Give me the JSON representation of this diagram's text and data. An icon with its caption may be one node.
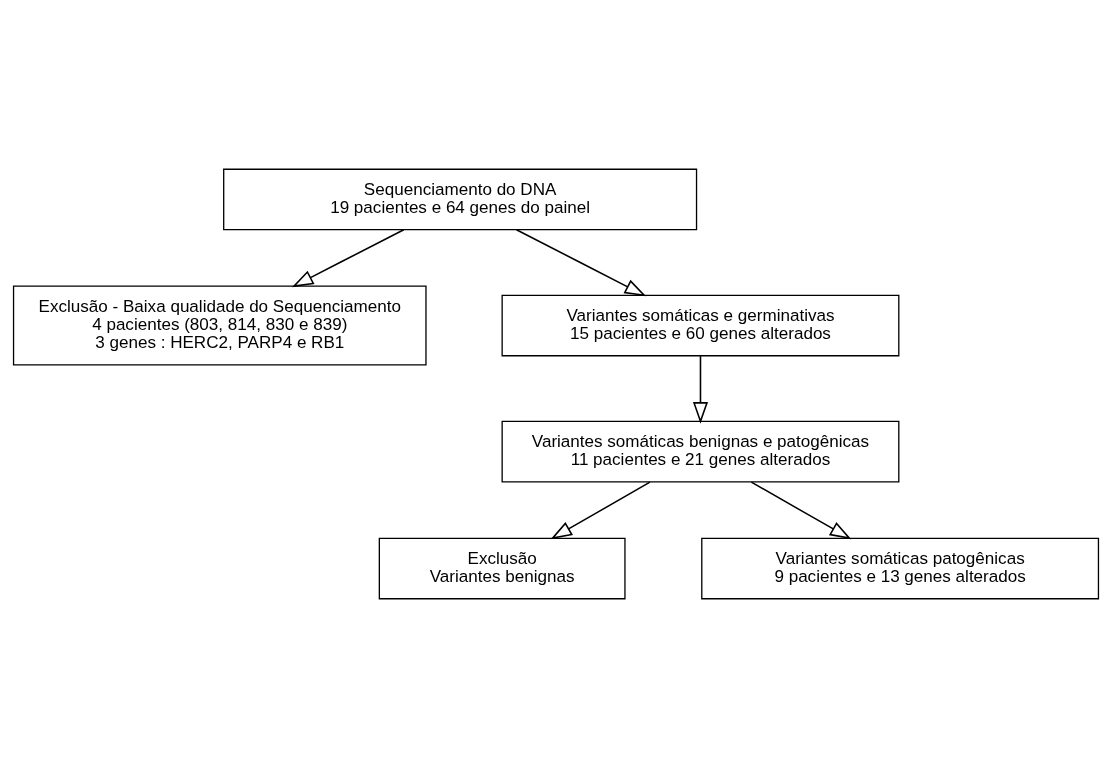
{
  "diagram": {
    "nodes": [
      {
        "text": [
          "Sequenciamento do DNA",
          "19 pacientes e 64 genes do painel"
        ]
      },
      {
        "text": [
          "Exclusão - Baixa qualidade do Sequenciamento",
          "4 pacientes (803, 814, 830 e 839)",
          "3 genes : HERC2, PARP4 e RB1"
        ]
      },
      {
        "text": [
          "Variantes somáticas e germinativas",
          "15 pacientes e 60 genes alterados"
        ]
      },
      {
        "text": [
          "Variantes somáticas benignas e patogênicas",
          "11 pacientes e 21 genes alterados"
        ]
      },
      {
        "text": [
          "Exclusão",
          "Variantes benignas"
        ]
      },
      {
        "text": [
          "Variantes somáticas patogênicas",
          "9 pacientes e 13 genes alterados"
        ]
      }
    ],
    "edges": [
      {
        "from": 0,
        "to": 1,
        "arrow": "to"
      },
      {
        "from": 0,
        "to": 2,
        "arrow": "to"
      },
      {
        "from": 2,
        "to": 3,
        "arrow": "to"
      },
      {
        "from": 3,
        "to": 4,
        "arrow": "to"
      },
      {
        "from": 3,
        "to": 5,
        "arrow": "to"
      }
    ]
  }
}
